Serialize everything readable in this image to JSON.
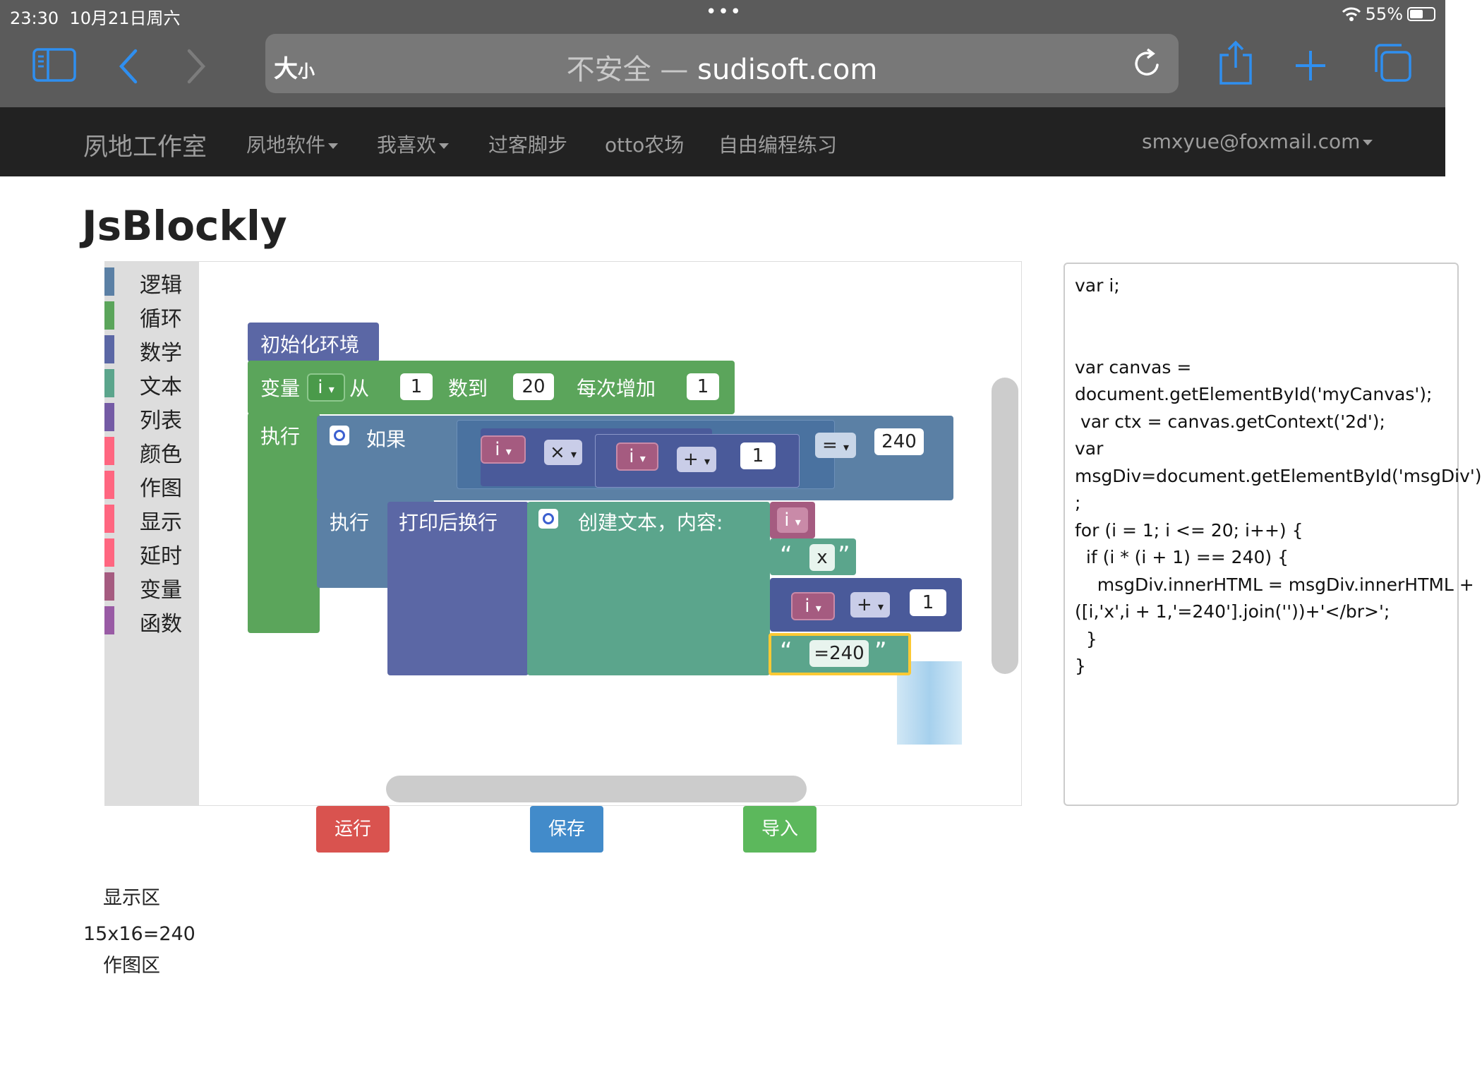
{
  "status_bar": {
    "time": "23:30",
    "date": "10月21日周六",
    "battery": "55%",
    "battery_level": 0.55
  },
  "browser": {
    "text_size_label": "大",
    "text_size_small": "小",
    "insecure_label": "不安全 —",
    "domain": "sudisoft.com"
  },
  "nav": {
    "brand": "夙地工作室",
    "items": [
      "夙地软件",
      "我喜欢",
      "过客脚步",
      "otto农场",
      "自由编程练习"
    ],
    "user": "smxyue@foxmail.com"
  },
  "page_title": "JsBlockly",
  "toolbox": [
    {
      "label": "逻辑",
      "color": "#5b80a5"
    },
    {
      "label": "循环",
      "color": "#5ba55b"
    },
    {
      "label": "数学",
      "color": "#5b67a5"
    },
    {
      "label": "文本",
      "color": "#5ba58c"
    },
    {
      "label": "列表",
      "color": "#745ba5"
    },
    {
      "label": "颜色",
      "color": "#ff6680"
    },
    {
      "label": "作图",
      "color": "#ff6680"
    },
    {
      "label": "显示",
      "color": "#ff6680"
    },
    {
      "label": "延时",
      "color": "#ff6680"
    },
    {
      "label": "变量",
      "color": "#a55b80"
    },
    {
      "label": "函数",
      "color": "#995ba5"
    }
  ],
  "blocks": {
    "init": "初始化环境",
    "for_var": "变量",
    "var_i": "i",
    "from": "从",
    "from_val": "1",
    "to": "数到",
    "to_val": "20",
    "step": "每次增加",
    "step_val": "1",
    "do1": "执行",
    "if": "如果",
    "times": "×",
    "plus": "+",
    "one": "1",
    "eq": "=",
    "eq_val": "240",
    "do2": "执行",
    "print": "打印后换行",
    "create_text": "创建文本，内容:",
    "text_x": "x",
    "text_eq": "=240",
    "open_quote": "“",
    "close_quote": "”",
    "dd_arrow": "▾"
  },
  "code_text": "var i;\n\n\nvar canvas =\ndocument.getElementById('myCanvas');\n var ctx = canvas.getContext('2d');\nvar\nmsgDiv=document.getElementById('msgDiv')\n;\nfor (i = 1; i <= 20; i++) {\n  if (i * (i + 1) == 240) {\n    msgDiv.innerHTML = msgDiv.innerHTML +\n([i,'x',i + 1,'=240'].join(''))+'</br>';\n  }\n}",
  "buttons": {
    "run": "运行",
    "save": "保存",
    "import": "导入"
  },
  "display_label": "显示区",
  "output": "15x16=240",
  "draw_label": "作图区",
  "colors": {
    "run": "#d9534f",
    "save": "#428bca",
    "import": "#5cb85c"
  }
}
